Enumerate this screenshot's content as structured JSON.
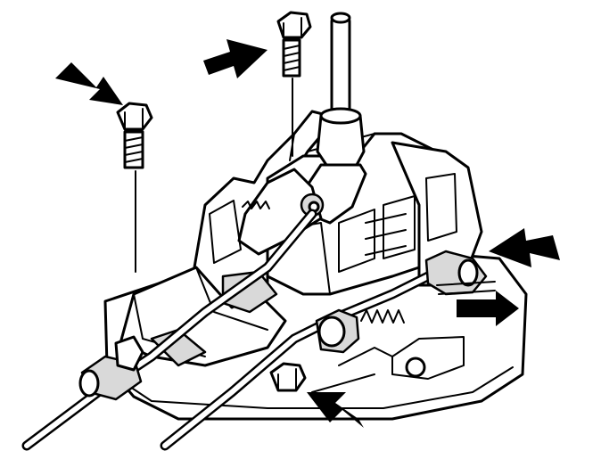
{
  "figure": {
    "subject": "gear-shift-assembly",
    "colors": {
      "line": "#000000",
      "background": "#ffffff",
      "fill": "#d9d9d9"
    },
    "markers": [
      "bolt-top-left",
      "bolt-top-center",
      "cable-end-right",
      "bolt-bottom-front"
    ]
  }
}
